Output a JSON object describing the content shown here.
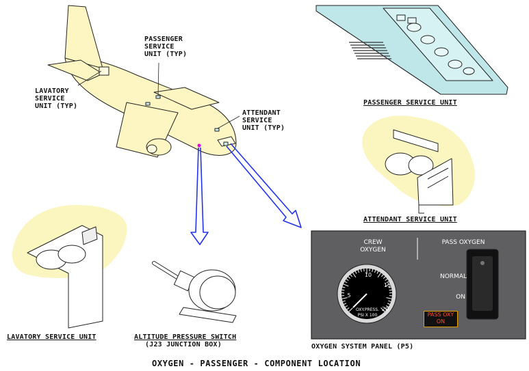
{
  "labels": {
    "psu_callout": "PASSENGER\nSERVICE\nUNIT (TYP)",
    "lav_callout": "LAVATORY\nSERVICE\nUNIT (TYP)",
    "att_callout": "ATTENDANT\nSERVICE\nUNIT (TYP)",
    "psu_title": "PASSENGER SERVICE UNIT",
    "att_title": "ATTENDANT SERVICE UNIT",
    "lav_title": "LAVATORY SERVICE UNIT",
    "switch_title": "ALTITUDE PRESSURE SWITCH",
    "switch_sub": "(J23 JUNCTION BOX)",
    "panel_title": "OXYGEN SYSTEM PANEL (P5)",
    "figure_title": "OXYGEN - PASSENGER - COMPONENT LOCATION"
  },
  "panel": {
    "crew_oxygen": "CREW\nOXYGEN",
    "pass_oxygen": "PASS OXYGEN",
    "normal": "NORMAL",
    "on": "ON",
    "pass_oxy_on": "PASS OXY\nON",
    "gauge_unit": "OXY.PRESS.\nPSI X 100",
    "ticks": [
      "5",
      "10",
      "15",
      "20"
    ]
  },
  "colors": {
    "airplane_fill": "#fdf6c3",
    "psu_fill": "#bfe6e8",
    "highlight_fill": "#fbf5c0",
    "arrow_blue": "#2233ee",
    "panel_gray": "#5f5f61",
    "warn_amber": "#e5a000",
    "warn_text": "#ff4a2a"
  }
}
